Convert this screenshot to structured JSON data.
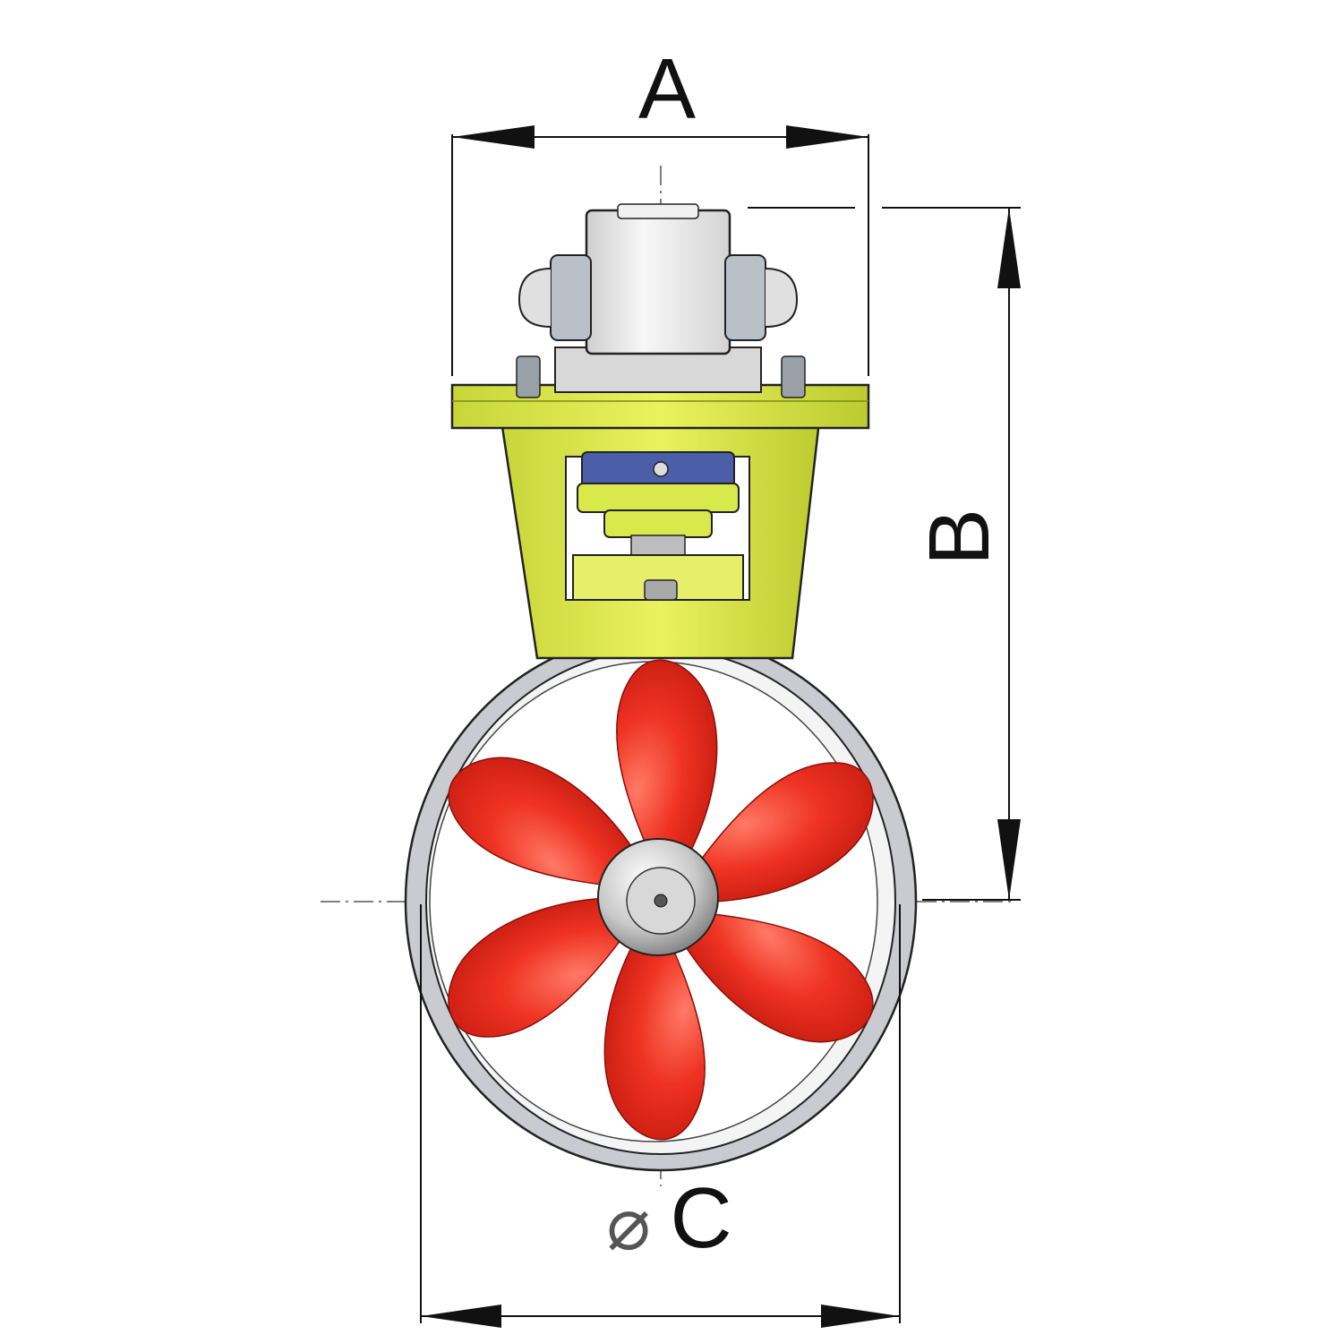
{
  "dimensions": {
    "width_label": "A",
    "height_label": "B",
    "diameter_symbol": "⌀",
    "diameter_label": "C"
  },
  "colors": {
    "propeller": "#e8261c",
    "propeller_highlight": "#ff6a55",
    "bracket": "#d9e84a",
    "bracket_dark": "#a7b51f",
    "motor": "#e6e6e6",
    "tunnel": "#c9cbd0",
    "dimension_lines": "#111111"
  },
  "parts": {
    "propeller_blade_count": 6
  }
}
